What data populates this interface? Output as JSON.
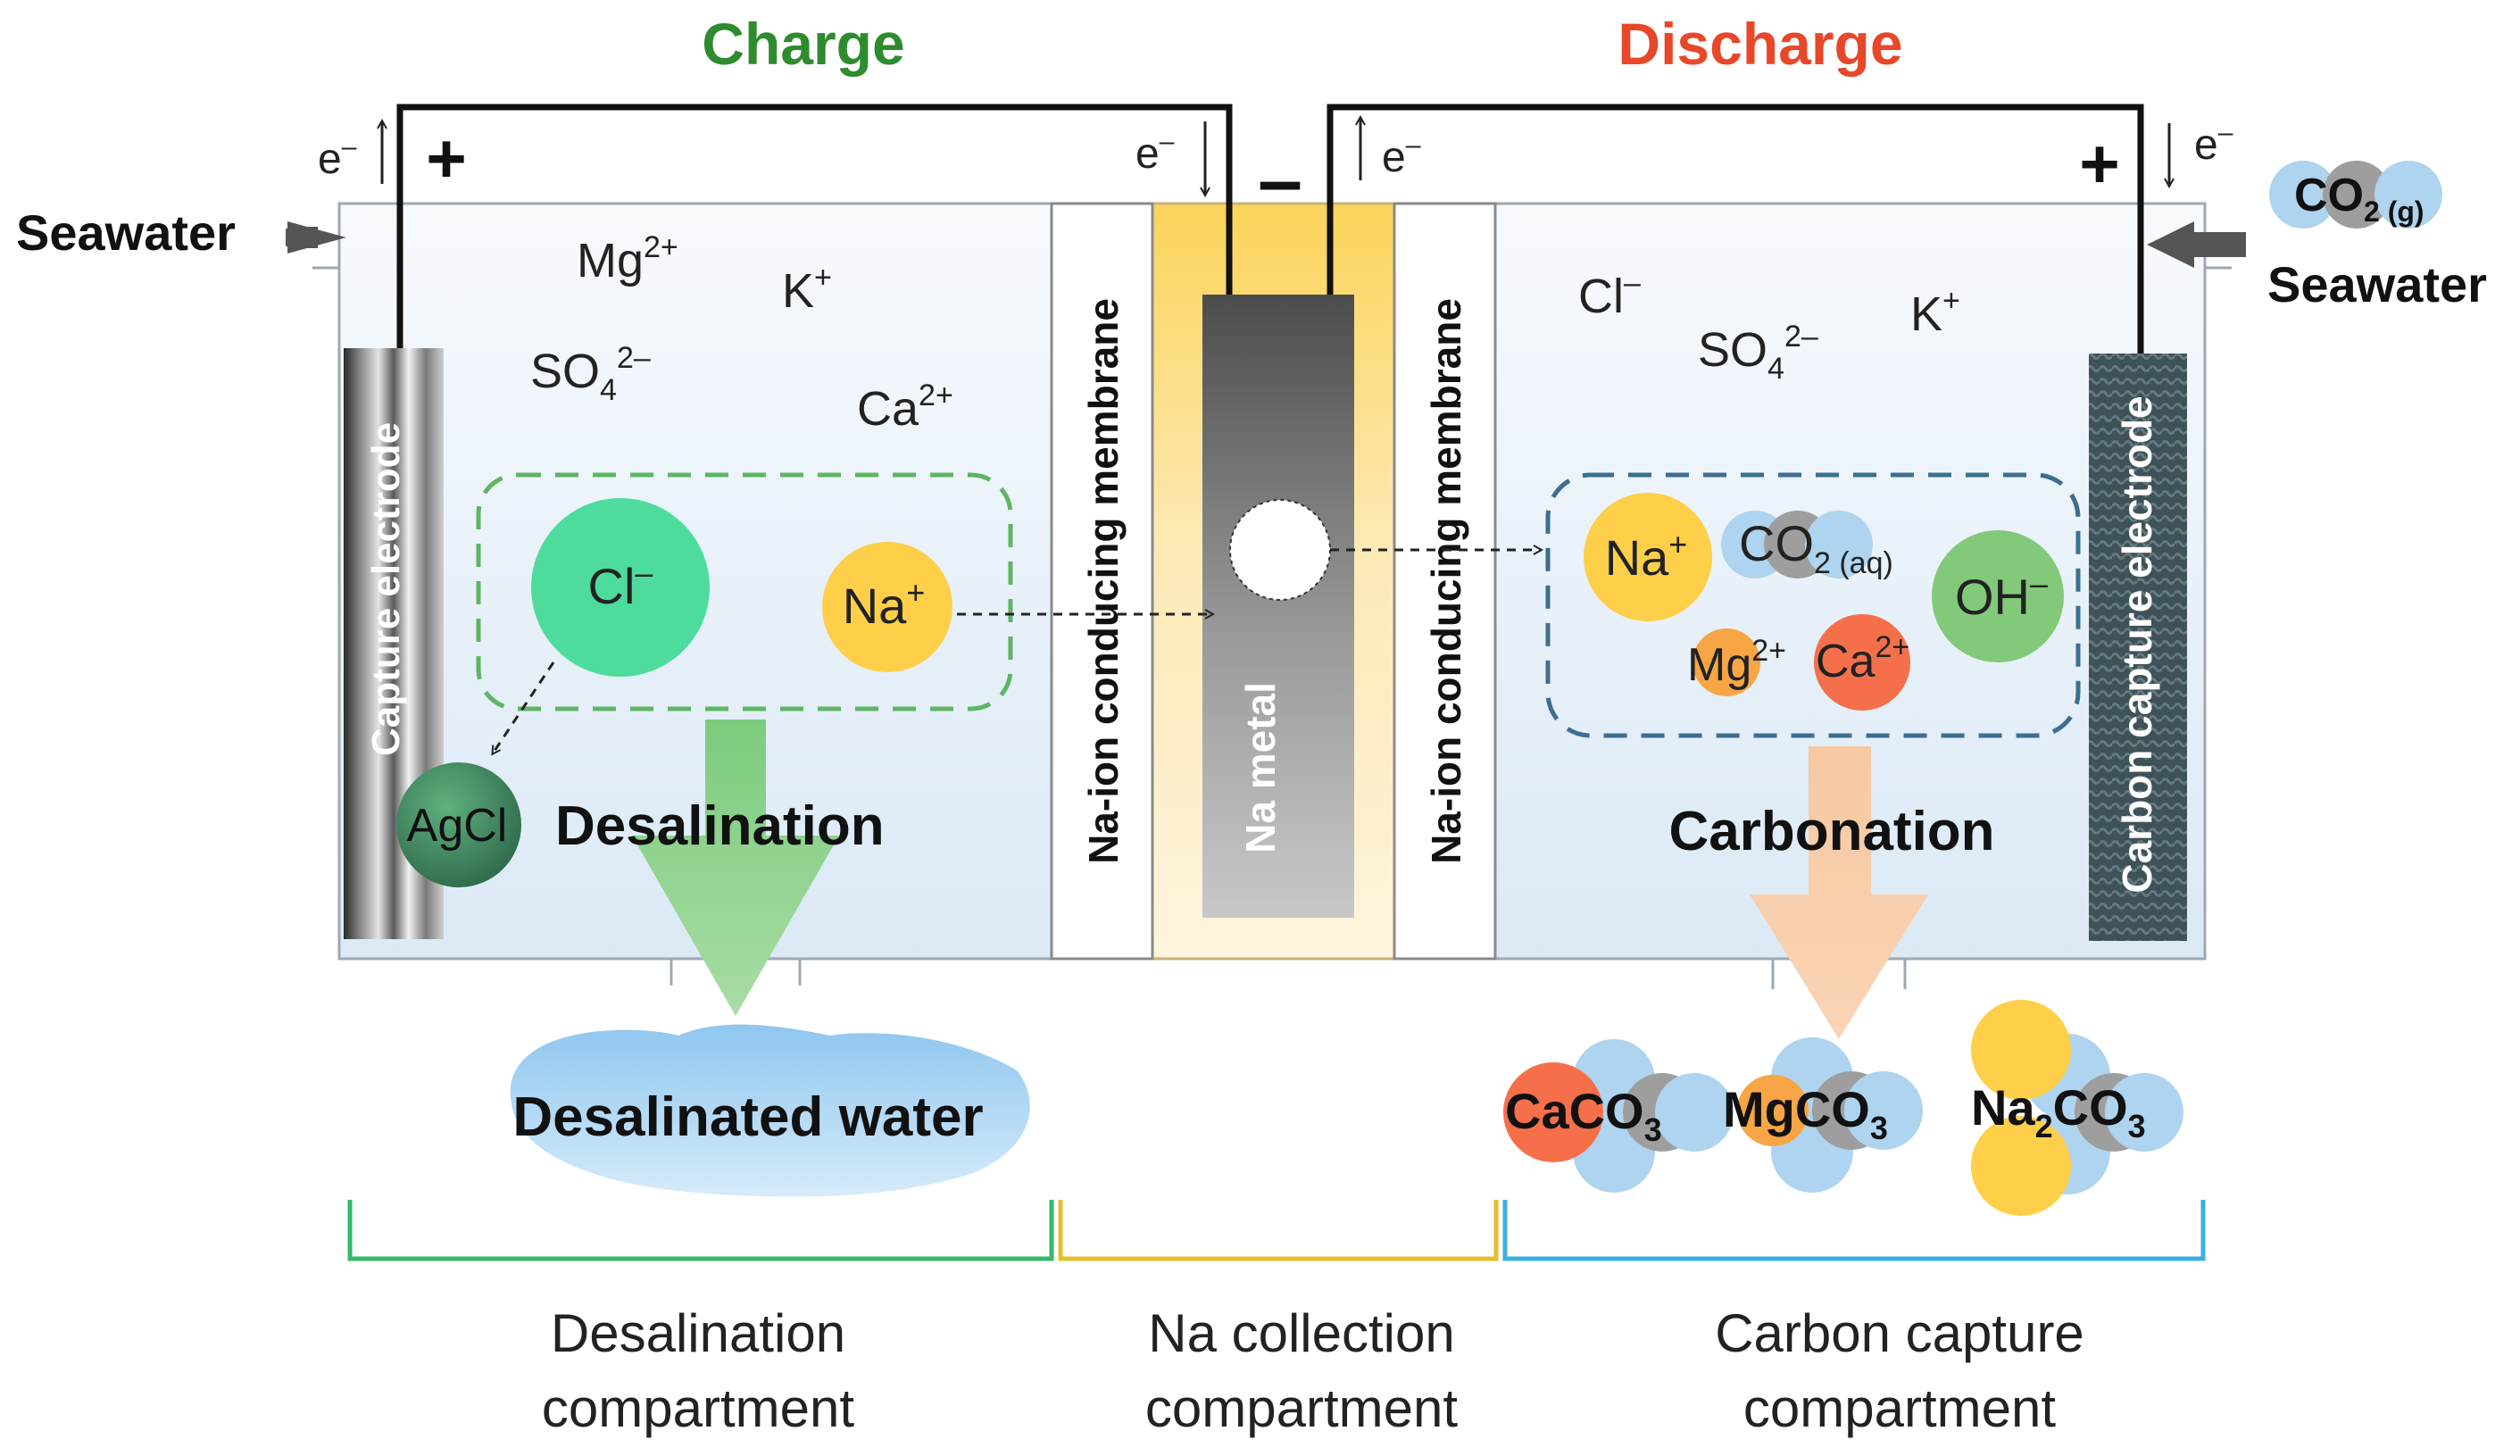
{
  "titles": {
    "charge": "Charge",
    "discharge": "Discharge"
  },
  "inputs": {
    "seawater_left": "Seawater",
    "seawater_right": "Seawater",
    "co2_gas": "CO",
    "co2_gas_sub": "2 (g)"
  },
  "signs": {
    "plus_left": "+",
    "minus_center": "–",
    "plus_right": "+"
  },
  "electron": {
    "symbol": "e",
    "sup": "–"
  },
  "desalination": {
    "electrode": "Capture electrode",
    "ions": {
      "mg": "Mg",
      "mg_sup": "2+",
      "k": "K",
      "k_sup": "+",
      "so4": "SO",
      "so4_sub": "4",
      "so4_sup": "2–",
      "ca": "Ca",
      "ca_sup": "2+"
    },
    "cl": "Cl",
    "cl_sup": "–",
    "na": "Na",
    "na_sup": "+",
    "agcl": "AgCl",
    "process": "Desalination",
    "product": "Desalinated water"
  },
  "membranes": {
    "left": "Na-ion conducing membrane",
    "right": "Na-ion conducing membrane"
  },
  "na_metal": "Na metal",
  "carbon": {
    "electrode": "Carbon capture electrode",
    "ions": {
      "cl": "Cl",
      "cl_sup": "–",
      "so4": "SO",
      "so4_sub": "4",
      "so4_sup": "2–",
      "k": "K",
      "k_sup": "+"
    },
    "na": "Na",
    "na_sup": "+",
    "co2": "CO",
    "co2_sub": "2 (aq)",
    "oh": "OH",
    "oh_sup": "–",
    "mg": "Mg",
    "mg_sup": "2+",
    "ca": "Ca",
    "ca_sup": "2+",
    "process": "Carbonation",
    "products": {
      "caco3": "CaCO",
      "caco3_sub": "3",
      "mgco3": "MgCO",
      "mgco3_sub": "3",
      "na2co3_a": "Na",
      "na2co3_sub1": "2",
      "na2co3_b": "CO",
      "na2co3_sub2": "3"
    }
  },
  "compartments": {
    "desal_line1": "Desalination",
    "desal_line2": "compartment",
    "na_line1": "Na collection",
    "na_line2": "compartment",
    "carbon_line1": "Carbon capture",
    "carbon_line2": "compartment"
  },
  "colors": {
    "charge": "#2e8b2e",
    "discharge": "#e8472a",
    "cl_ion": "#4ddc9c",
    "na_ion": "#ffcf4a",
    "oh_ion": "#82c97a",
    "ca_ion": "#f5704a",
    "mg_ion": "#f7a545",
    "co2_blue": "#aed4ef",
    "bracket_green": "#34b86a",
    "bracket_yellow": "#e6bd2e",
    "bracket_blue": "#3bb0df"
  }
}
